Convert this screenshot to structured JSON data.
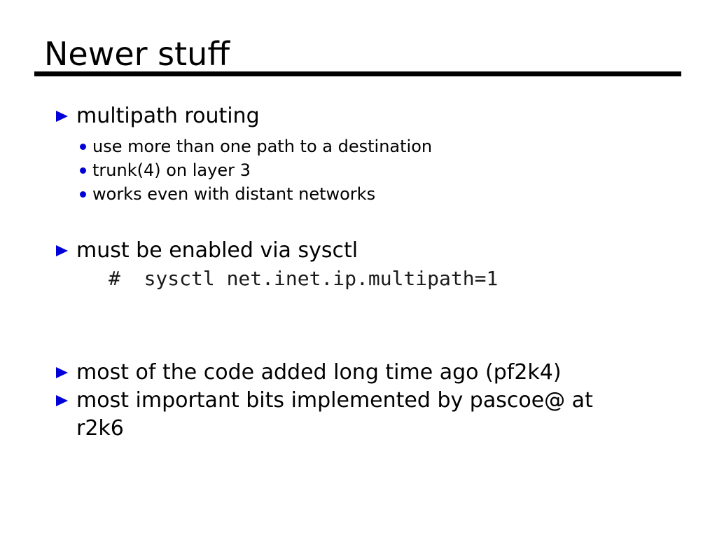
{
  "title": "Newer stuff",
  "content": {
    "sections": [
      {
        "heading": "multipath routing",
        "items": [
          "use more than one path to a destination",
          "trunk(4) on layer 3",
          "works even with distant networks"
        ]
      },
      {
        "heading": "must be enabled via sysctl",
        "code": "#  sysctl net.inet.ip.multipath=1"
      },
      {
        "heading": "most of the code added long time ago (pf2k4)"
      },
      {
        "heading_line1": "most important bits implemented by pascoe@ at",
        "heading_line2": "r2k6"
      }
    ]
  },
  "colors": {
    "bullet": "#0000d9",
    "text": "#000000",
    "code": "#1a1a1a",
    "rule": "#000000",
    "background": "#ffffff"
  }
}
